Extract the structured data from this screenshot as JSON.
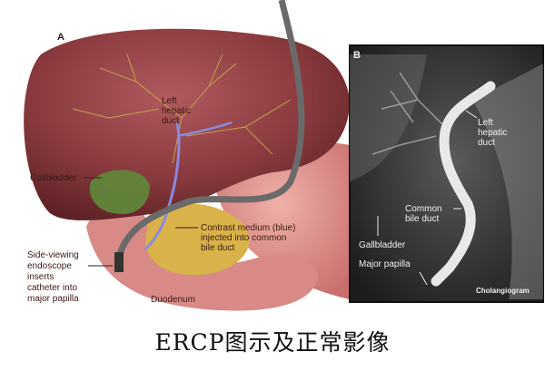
{
  "panel_a": {
    "letter": "A",
    "labels": {
      "left_hepatic_duct": [
        "Left",
        "hepatic",
        "duct"
      ],
      "gallbladder": "Gallbladder",
      "contrast": [
        "Contrast medium (blue)",
        "injected into common",
        "bile duct"
      ],
      "endoscope": [
        "Side-viewing",
        "endoscope",
        "inserts",
        "catheter into",
        "major papilla"
      ],
      "duodenum": "Duodenum"
    }
  },
  "panel_b": {
    "letter": "B",
    "labels": {
      "left_hepatic_duct": [
        "Left",
        "hepatic",
        "duct"
      ],
      "common_bile_duct": [
        "Common",
        "bile duct"
      ],
      "gallbladder": "Gallbladder",
      "major_papilla": "Major papilla",
      "image_type": "Cholangiogram"
    }
  },
  "caption": "ERCP图示及正常影像",
  "colors": {
    "liver": "#8a3a3e",
    "stomach": "#d98a86",
    "pancreas": "#d9b24a",
    "gallbladder": "#5f8a3a",
    "contrast": "#8a8ae0"
  }
}
